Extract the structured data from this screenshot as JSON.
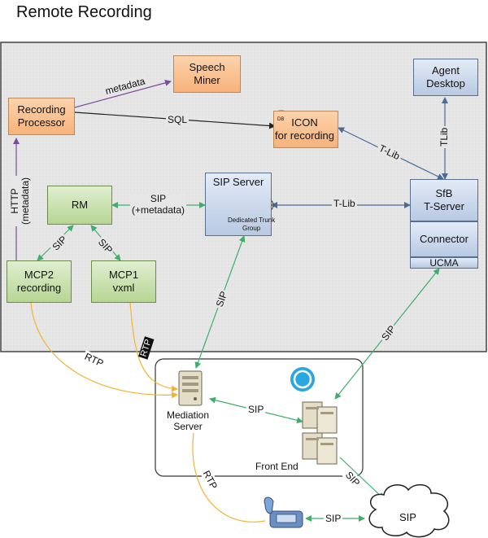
{
  "title": "Remote Recording",
  "nodes": {
    "speech_miner": "Speech\nMiner",
    "recording_processor": "Recording\nProcessor",
    "icon": "ICON\nfor recording",
    "icon_db": "DB",
    "agent_desktop": "Agent\nDesktop",
    "rm": "RM",
    "sip_server": "SIP Server",
    "dedicated_trunk": "Dedicated Trunk\nGroup",
    "sfb_tserver": "SfB\nT-Server",
    "connector": "Connector",
    "ucma": "UCMA",
    "mcp2": "MCP2\nrecording",
    "mcp1": "MCP1\nvxml",
    "mediation_server": "Mediation\nServer",
    "front_end": "Front End",
    "sip_cloud": "SIP"
  },
  "edges": {
    "metadata": "metadata",
    "sql": "SQL",
    "tlib_icon": "T-Lib",
    "tlib_agent": "TLib",
    "http_metadata": "HTTP\n(metadata)",
    "sip_metadata": "SIP\n(+metadata)",
    "tlib_sip": "T-Lib",
    "sip_rm_mcp2": "SIP",
    "sip_rm_mcp1": "SIP",
    "sip_server_mediation": "SIP",
    "sip_ucma_frontend": "SIP",
    "rtp_mcp2": "RTP",
    "rtp_mcp1": "RTP",
    "sip_mediation_frontend": "SIP",
    "sip_frontend_cloud": "SIP",
    "rtp_phone": "RTP",
    "sip_phone_cloud": "SIP"
  },
  "colors": {
    "arrow_dark": "#222222",
    "arrow_purple": "#7a4d9c",
    "arrow_blue": "#4a6a98",
    "arrow_green": "#3fae6a",
    "arrow_orange": "#f0b530",
    "region_fill": "#e6e6e6"
  }
}
